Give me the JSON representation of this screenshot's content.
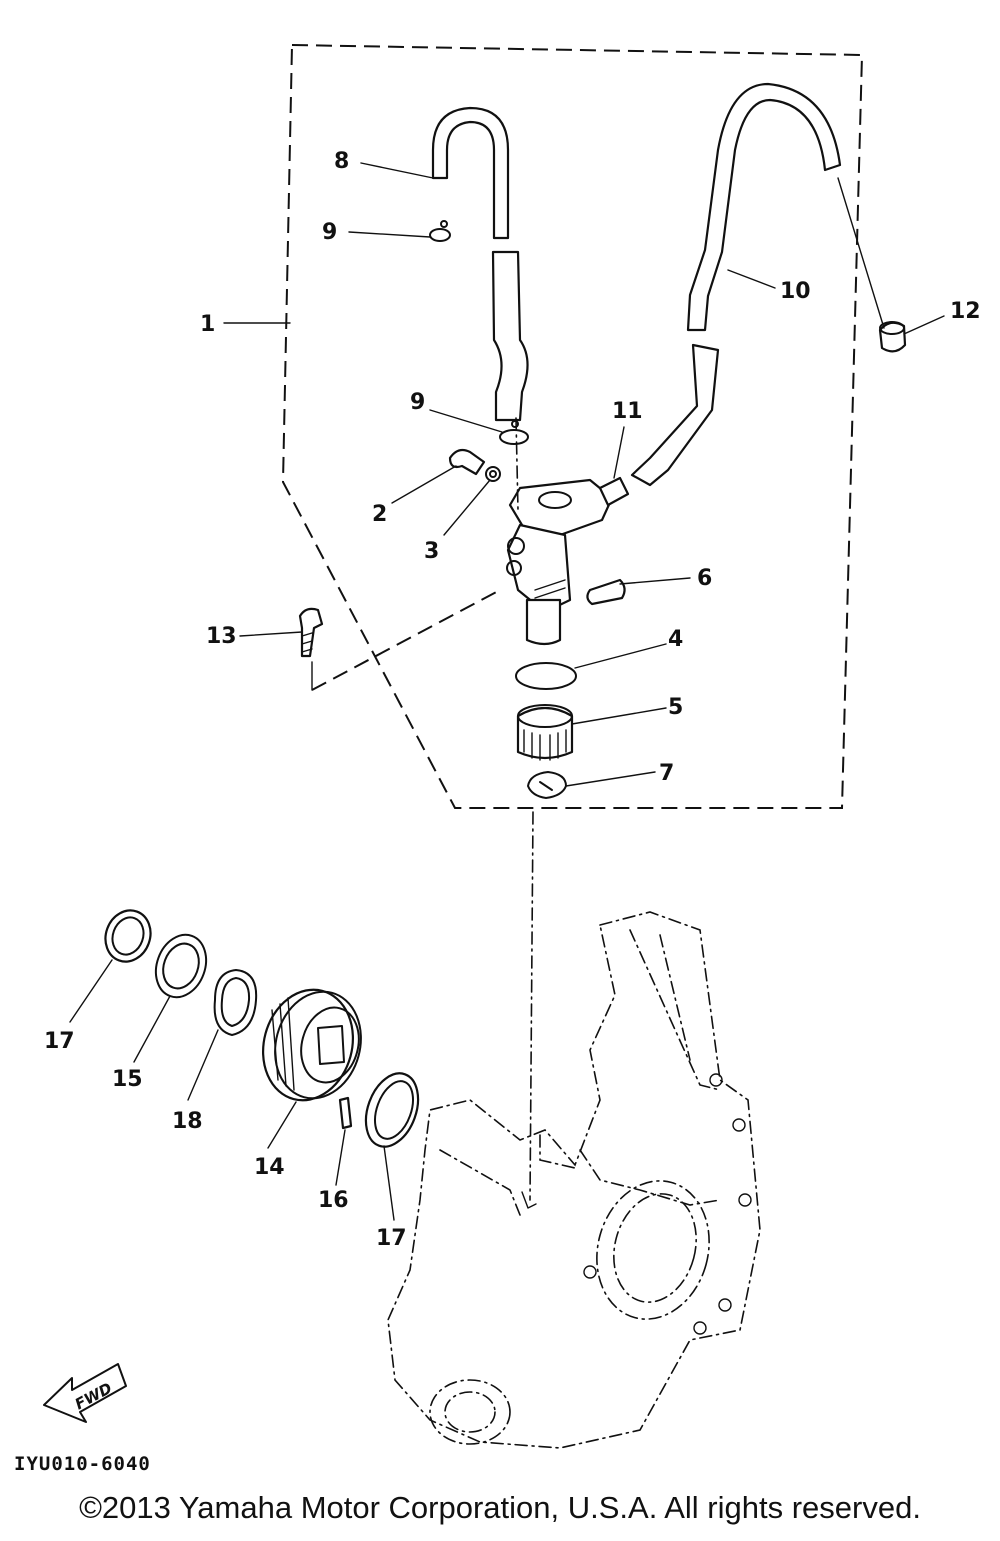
{
  "diagram": {
    "callouts": [
      "1",
      "2",
      "3",
      "4",
      "5",
      "6",
      "7",
      "8",
      "9",
      "9",
      "10",
      "11",
      "12",
      "13",
      "14",
      "15",
      "16",
      "17",
      "17",
      "18"
    ],
    "reference_code": "IYU010-6040",
    "fwd_label": "FWD"
  },
  "footer": {
    "copyright": "©2013 Yamaha Motor Corporation, U.S.A. All rights reserved."
  }
}
